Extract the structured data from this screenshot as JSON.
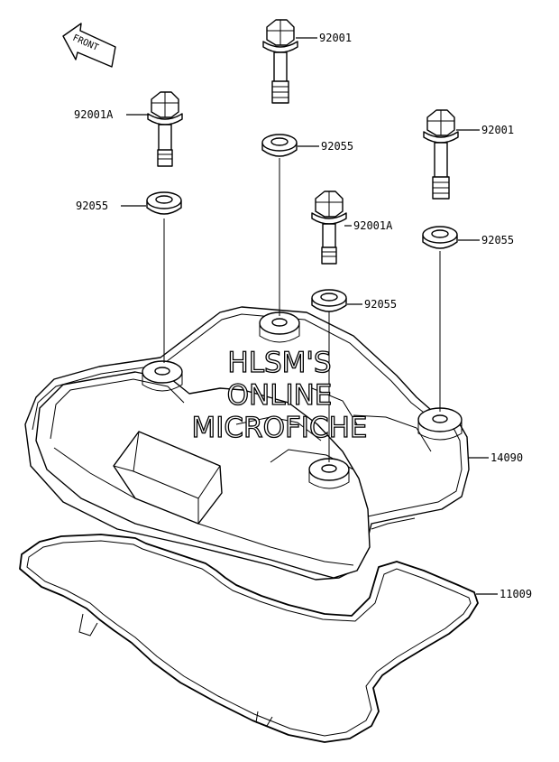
{
  "diagram": {
    "front_label": "FRONT",
    "watermark": [
      "HLSM'S",
      "ONLINE",
      "MICROFICHE"
    ],
    "parts": [
      {
        "id": "bolt-top",
        "label": "92001"
      },
      {
        "id": "bolt-left",
        "label": "92001A"
      },
      {
        "id": "bolt-right",
        "label": "92001"
      },
      {
        "id": "washer-center",
        "label": "92055"
      },
      {
        "id": "washer-left",
        "label": "92055"
      },
      {
        "id": "bolt-mid",
        "label": "92001A"
      },
      {
        "id": "washer-right",
        "label": "92055"
      },
      {
        "id": "washer-lower",
        "label": "92055"
      },
      {
        "id": "cover",
        "label": "14090"
      },
      {
        "id": "gasket",
        "label": "11009"
      }
    ]
  }
}
